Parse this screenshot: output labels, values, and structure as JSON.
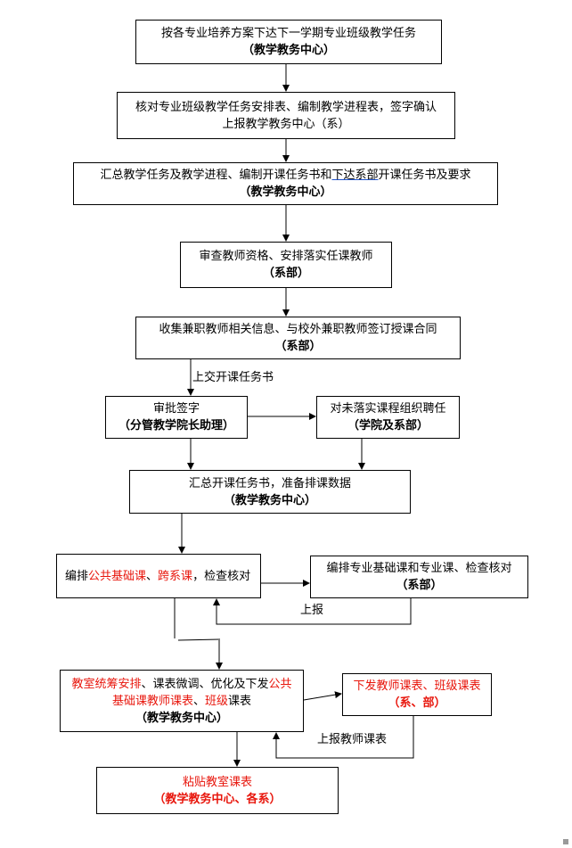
{
  "nodes": {
    "n1": {
      "line1": "按各专业培养方案下达下一学期专业班级教学任务",
      "line2": "（教学教务中心）"
    },
    "n2": {
      "line1": "核对专业班级教学任务安排表、编制教学进程表，签字确认",
      "line2": "上报教学教务中心（系）"
    },
    "n3": {
      "line1a": "汇总教学任务及教学进程、编制开课任务书和",
      "line1b": "下达系部",
      "line1c": "开课任务书及要求",
      "line2": "（教学教务中心）"
    },
    "n4": {
      "line1": "审查教师资格、安排落实任课教师",
      "line2": "（系部）"
    },
    "n5": {
      "line1": "收集兼职教师相关信息、与校外兼职教师签订授课合同",
      "line2": "（系部）"
    },
    "n6": {
      "line1": "审批签字",
      "line2": "（分管教学院长助理）"
    },
    "n7": {
      "line1": "对未落实课程组织聘任",
      "line2": "（学院及系部）"
    },
    "n8": {
      "line1": "汇总开课任务书，准备排课数据",
      "line2": "（教学教务中心）"
    },
    "n9": {
      "p1": "编排",
      "p2": "公共基础课",
      "p3": "、",
      "p4": "跨系课",
      "p5": "，检查核对"
    },
    "n10": {
      "line1": "编排专业基础课和专业课、检查核对",
      "line2": "（系部）"
    },
    "n11": {
      "p1": "教室统筹安排",
      "p2": "、课表微调、优化及下发",
      "p3": "公共基础课教师课表",
      "p4": "、",
      "p5": "班级",
      "p6": "课表",
      "line2": "（教学教务中心）"
    },
    "n12": {
      "line1": "下发教师课表、班级课表",
      "line2": "（系、部）"
    },
    "n13": {
      "line1": "粘贴教室课表",
      "line2": "（教学教务中心、各系）"
    }
  },
  "edge_labels": {
    "submit_task_book": "上交开课任务书",
    "report_up": "上报",
    "report_teacher_schedule": "上报教师课表"
  },
  "colors": {
    "highlight": "#e8160c",
    "line": "#000000"
  }
}
